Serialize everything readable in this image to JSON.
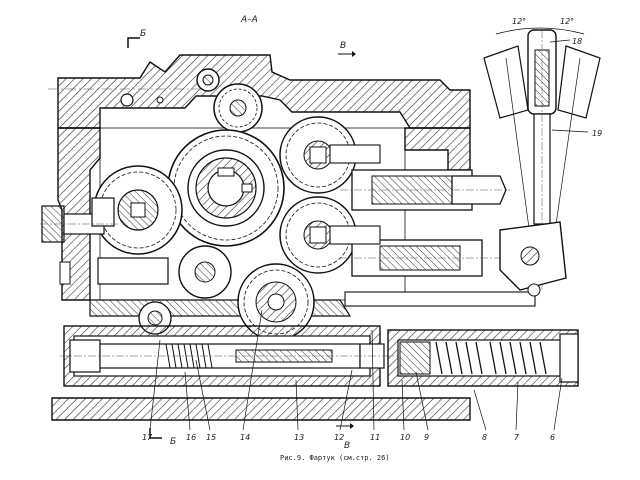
{
  "drawing": {
    "section_title": "А–А",
    "section_marks": {
      "b_top": "Б",
      "v_top": "В",
      "b_bottom": "Б",
      "v_bottom": "В"
    },
    "angles": {
      "left": "12°",
      "right": "12°"
    },
    "part_numbers": [
      "17",
      "16",
      "15",
      "14",
      "13",
      "12",
      "11",
      "10",
      "9",
      "8",
      "7",
      "6",
      "18",
      "19"
    ],
    "caption": "Рис.9. Фартук (см.стр. 26)"
  },
  "colors": {
    "ink": "#1a1a1a",
    "paper": "#ffffff",
    "hatch": "#333333"
  }
}
